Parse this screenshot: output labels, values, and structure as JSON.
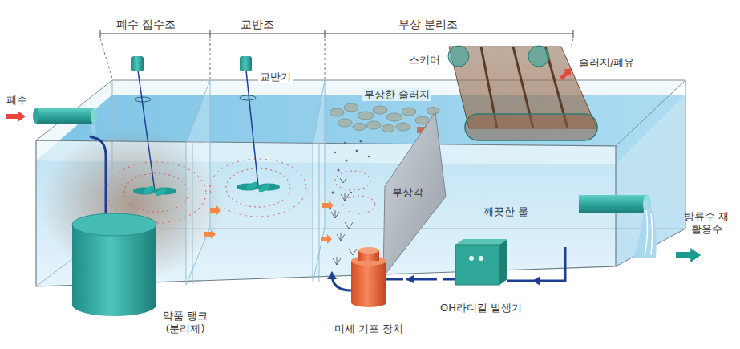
{
  "diagram": {
    "nodes": [
      {
        "text": [
          "약품 탱크 (분리제)"
        ]
      },
      {
        "text": [
          "미세 기포 장치"
        ]
      },
      {
        "text": [
          "OH라디칼 발생기"
        ]
      }
    ],
    "edges": [
      {
        "from": 2,
        "to": 1,
        "arrow": "to"
      }
    ],
    "labels": [
      "폐수 집수조",
      "교반조",
      "부상 분리조",
      "폐수",
      "교반기",
      "스키머",
      "슬러지/폐유",
      "부상한 슬러지",
      "부상각",
      "깨끗한 물",
      "방류수 재활용수"
    ]
  }
}
